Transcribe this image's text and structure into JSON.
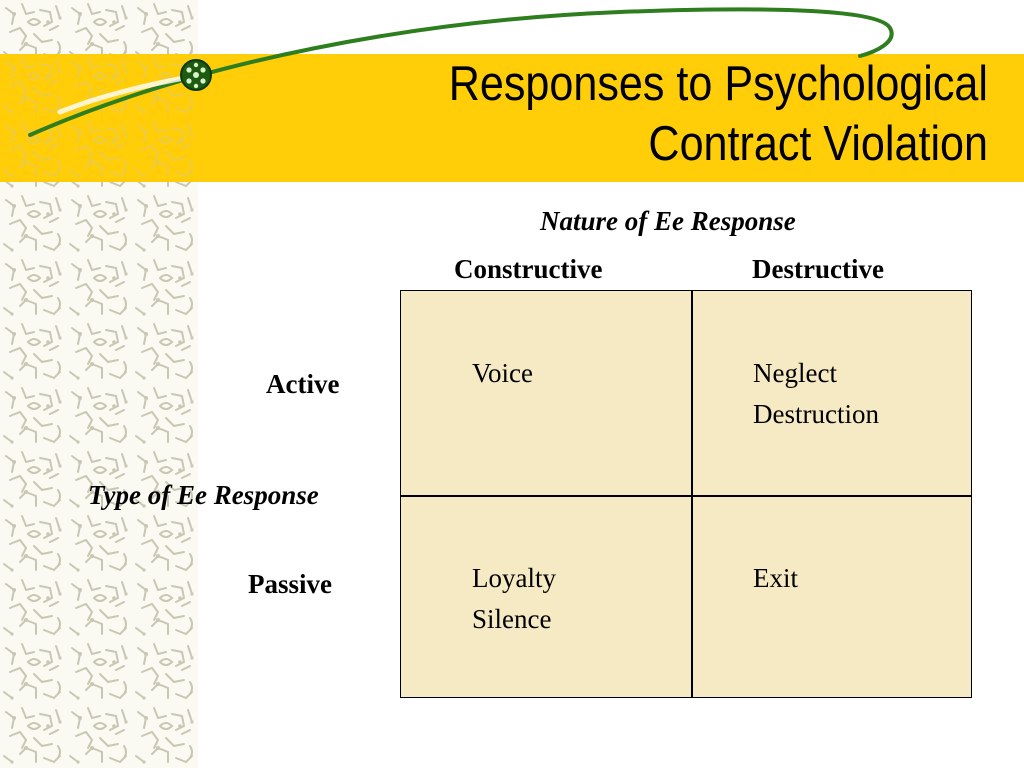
{
  "slide": {
    "title_lines": [
      "Responses to Psychological",
      "Contract Violation"
    ],
    "x_axis_title": "Nature of Ee Response",
    "columns": [
      "Constructive",
      "Destructive"
    ],
    "y_axis_title": "Type of Ee Response",
    "rows": [
      "Active",
      "Passive"
    ],
    "cells": {
      "active_constructive": [
        "Voice"
      ],
      "active_destructive": [
        "Neglect",
        "Destruction"
      ],
      "passive_constructive": [
        "Loyalty",
        "Silence"
      ],
      "passive_destructive": [
        "Exit"
      ]
    }
  },
  "colors": {
    "title_band": "#ffcc00",
    "grid_fill": "#f6eac4",
    "swoosh": "#2e7d1e",
    "pattern": "#c9c6b3"
  }
}
